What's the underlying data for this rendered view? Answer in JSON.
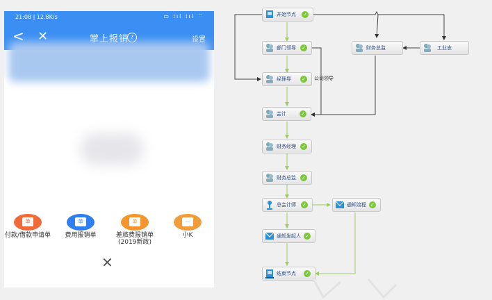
{
  "phone": {
    "status_time": "21:08 | 12.8K/s",
    "status_icons": "▭ ⁞ıl ⁞ıl ⌔",
    "nav": {
      "back_icon": "chevron-left-icon",
      "back_glyph": "<",
      "close_glyph": "✕",
      "title": "掌上报销",
      "help_glyph": "?",
      "settings_label": "设置"
    },
    "apps": [
      {
        "label": "付款/借款申请单",
        "color": "#f06a3a",
        "icon": "form-icon",
        "glyph": "单"
      },
      {
        "label": "费用报销单",
        "color": "#2f7ff0",
        "icon": "receipt-icon",
        "glyph": "单"
      },
      {
        "label": "差旅费报销单\n(2019新政)",
        "color": "#f5952e",
        "icon": "briefcase-icon",
        "glyph": "单"
      },
      {
        "label": "小K",
        "color": "#f19c3a",
        "icon": "assistant-icon",
        "glyph": "—"
      }
    ],
    "close_glyph": "✕"
  },
  "workflow": {
    "nodes": [
      {
        "id": "start",
        "label": "开始节点",
        "icon": "start-icon"
      },
      {
        "id": "dept",
        "label": "部门领导",
        "icon": "user-icon"
      },
      {
        "id": "mgr",
        "label": "经理导",
        "icon": "user-icon"
      },
      {
        "id": "accounting",
        "label": "会计",
        "icon": "user-icon"
      },
      {
        "id": "finmgr",
        "label": "财务经理",
        "icon": "user-icon"
      },
      {
        "id": "findir",
        "label": "财务总监",
        "icon": "user-icon"
      },
      {
        "id": "chiefacct",
        "label": "总会计师",
        "icon": "chief-icon"
      },
      {
        "id": "notify_initiator",
        "label": "通知发起人",
        "icon": "notify-icon"
      },
      {
        "id": "end",
        "label": "结束节点",
        "icon": "end-icon"
      },
      {
        "id": "fin_director2",
        "label": "财务总监",
        "icon": "user-icon"
      },
      {
        "id": "engineer",
        "label": "工业志",
        "icon": "user-icon"
      },
      {
        "id": "notify_process",
        "label": "通知流程",
        "icon": "notify-icon"
      }
    ],
    "edge_label": "公司领导",
    "colors": {
      "main_edge": "#9ccc65",
      "side_edge": "#444444",
      "label": "#2e4e8a"
    }
  }
}
